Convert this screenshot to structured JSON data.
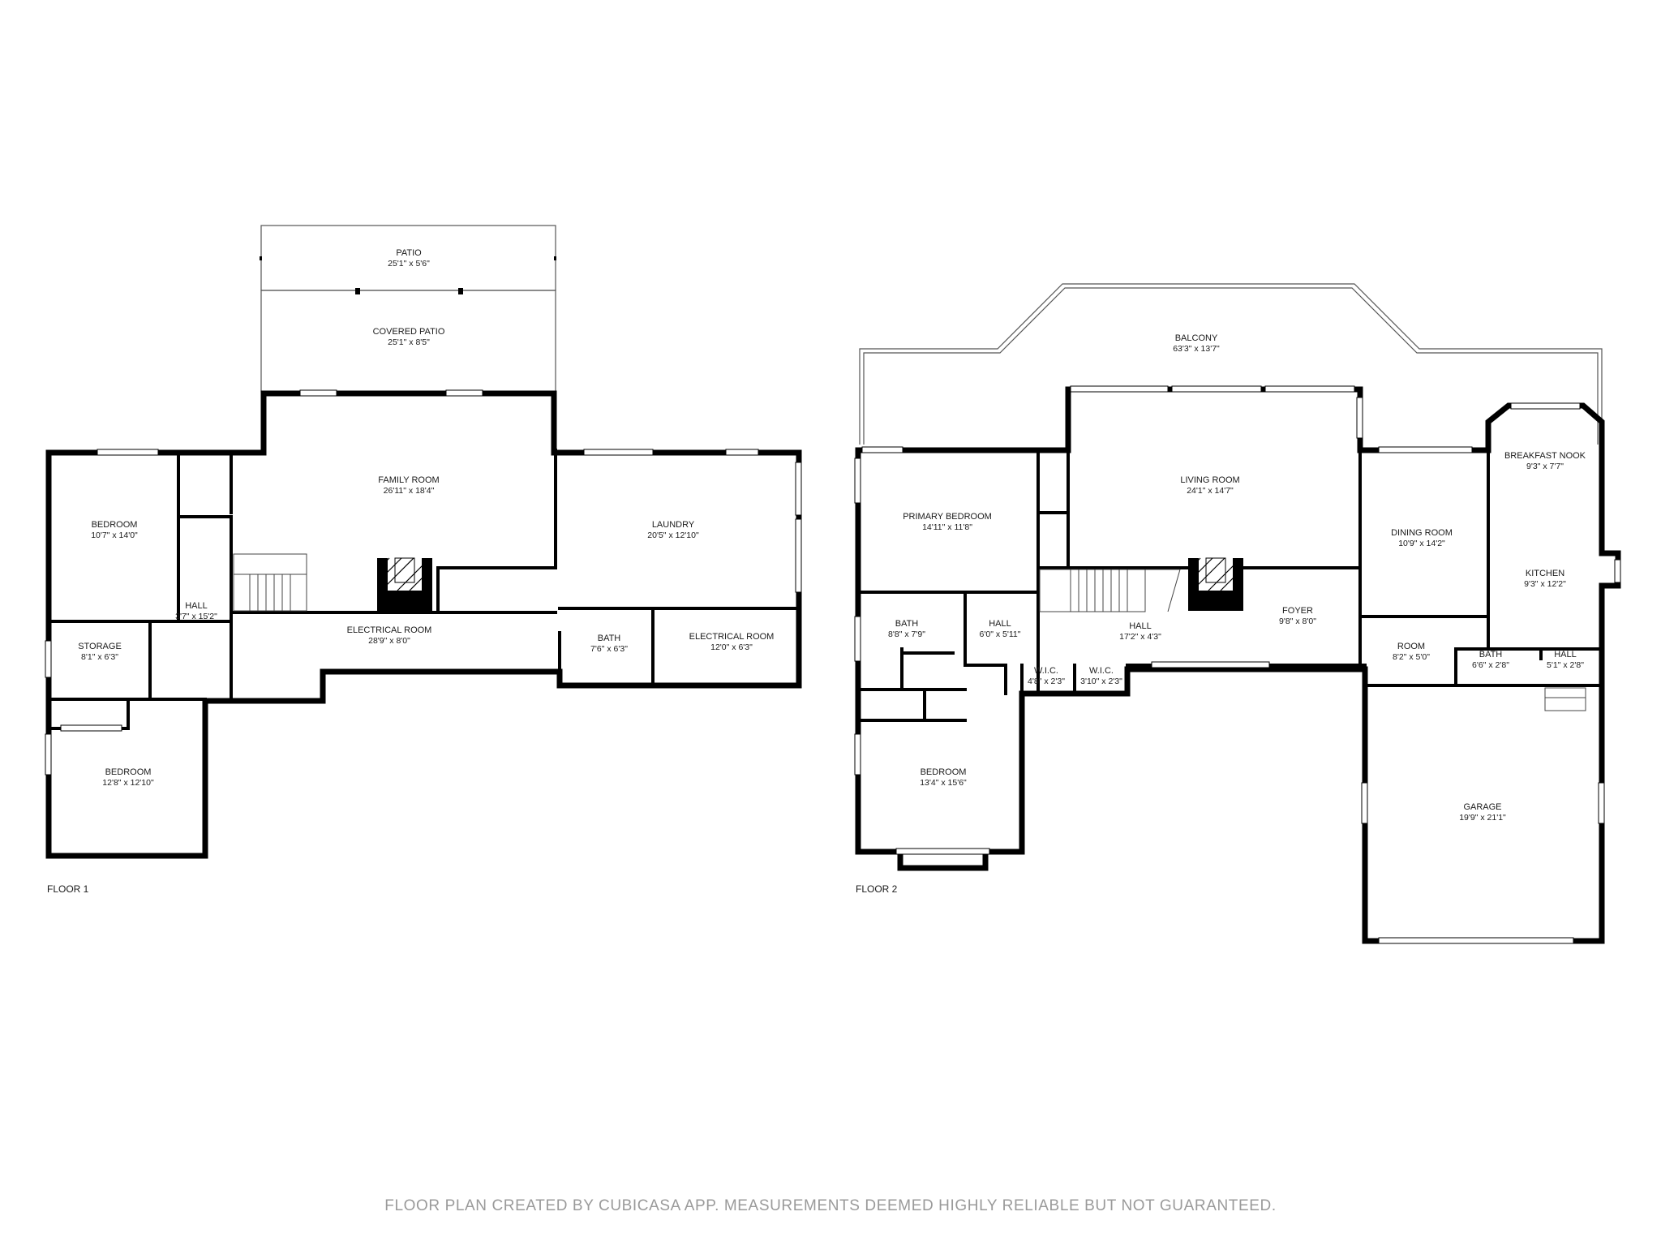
{
  "floors": [
    {
      "label": "FLOOR 1",
      "rooms": [
        {
          "id": "patio",
          "name": "PATIO",
          "dims": "25'1\" x 5'6\""
        },
        {
          "id": "covered-patio",
          "name": "COVERED PATIO",
          "dims": "25'1\" x 8'5\""
        },
        {
          "id": "family-room",
          "name": "FAMILY ROOM",
          "dims": "26'11\" x 18'4\""
        },
        {
          "id": "bedroom-1",
          "name": "BEDROOM",
          "dims": "10'7\" x 14'0\""
        },
        {
          "id": "hall-1",
          "name": "HALL",
          "dims": "3'7\" x 15'2\""
        },
        {
          "id": "laundry",
          "name": "LAUNDRY",
          "dims": "20'5\" x 12'10\""
        },
        {
          "id": "storage",
          "name": "STORAGE",
          "dims": "8'1\" x 6'3\""
        },
        {
          "id": "electrical-room-1",
          "name": "ELECTRICAL ROOM",
          "dims": "28'9\" x 8'0\""
        },
        {
          "id": "bath-1",
          "name": "BATH",
          "dims": "7'6\" x 6'3\""
        },
        {
          "id": "electrical-room-2",
          "name": "ELECTRICAL ROOM",
          "dims": "12'0\" x 6'3\""
        },
        {
          "id": "bedroom-2",
          "name": "BEDROOM",
          "dims": "12'8\" x 12'10\""
        }
      ]
    },
    {
      "label": "FLOOR 2",
      "rooms": [
        {
          "id": "balcony",
          "name": "BALCONY",
          "dims": "63'3\" x 13'7\""
        },
        {
          "id": "living-room",
          "name": "LIVING ROOM",
          "dims": "24'1\" x 14'7\""
        },
        {
          "id": "primary-bedroom",
          "name": "PRIMARY BEDROOM",
          "dims": "14'11\" x 11'8\""
        },
        {
          "id": "breakfast-nook",
          "name": "BREAKFAST NOOK",
          "dims": "9'3\" x 7'7\""
        },
        {
          "id": "dining-room",
          "name": "DINING ROOM",
          "dims": "10'9\" x 14'2\""
        },
        {
          "id": "kitchen",
          "name": "KITCHEN",
          "dims": "9'3\" x 12'2\""
        },
        {
          "id": "bath-2",
          "name": "BATH",
          "dims": "8'8\" x 7'9\""
        },
        {
          "id": "hall-2",
          "name": "HALL",
          "dims": "6'0\" x 5'11\""
        },
        {
          "id": "hall-3",
          "name": "HALL",
          "dims": "17'2\" x 4'3\""
        },
        {
          "id": "foyer",
          "name": "FOYER",
          "dims": "9'8\" x 8'0\""
        },
        {
          "id": "room",
          "name": "ROOM",
          "dims": "8'2\" x 5'0\""
        },
        {
          "id": "bath-3",
          "name": "BATH",
          "dims": "6'6\" x 2'8\""
        },
        {
          "id": "hall-4",
          "name": "HALL",
          "dims": "5'1\" x 2'8\""
        },
        {
          "id": "wic-1",
          "name": "W.I.C.",
          "dims": "4'8\" x 2'3\""
        },
        {
          "id": "wic-2",
          "name": "W.I.C.",
          "dims": "3'10\" x 2'3\""
        },
        {
          "id": "bedroom-3",
          "name": "BEDROOM",
          "dims": "13'4\" x 15'6\""
        },
        {
          "id": "garage",
          "name": "GARAGE",
          "dims": "19'9\" x 21'1\""
        }
      ]
    }
  ],
  "disclaimer": "FLOOR PLAN CREATED BY CUBICASA APP. MEASUREMENTS DEEMED HIGHLY RELIABLE BUT NOT GUARANTEED."
}
